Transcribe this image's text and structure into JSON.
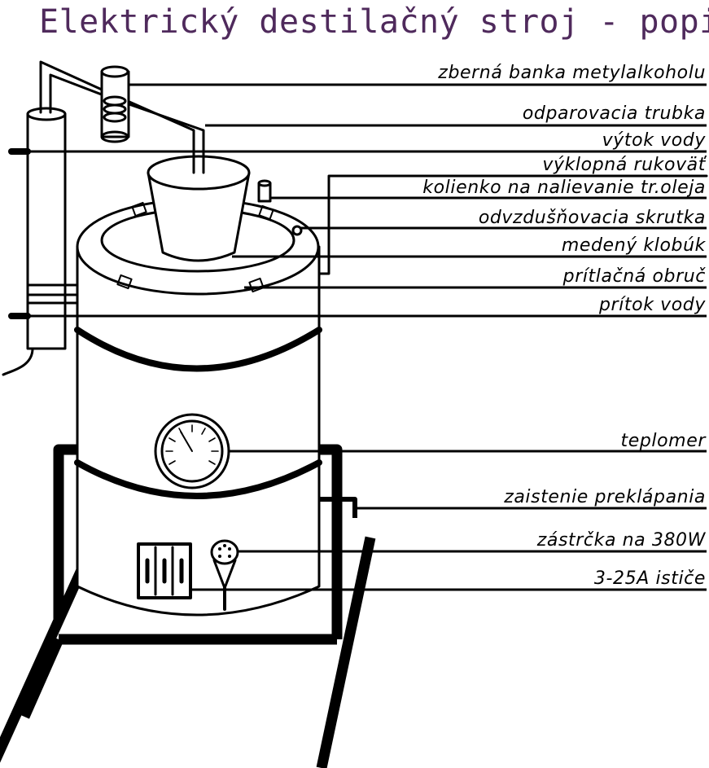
{
  "title": "Elektrický destilačný stroj - popis",
  "colors": {
    "title": "#4f2a5c",
    "ink": "#000000",
    "background": "#ffffff"
  },
  "labels": [
    {
      "id": "zberna-banka",
      "text": "zberná banka metylalkoholu"
    },
    {
      "id": "odparovacia-trubka",
      "text": "odparovacia trubka"
    },
    {
      "id": "vytok-vody",
      "text": "výtok vody"
    },
    {
      "id": "vyklopna-rukovat",
      "text": "výklopná rukoväť"
    },
    {
      "id": "kolienko",
      "text": "kolienko na nalievanie tr.oleja"
    },
    {
      "id": "odvzdusnovacia-skrutka",
      "text": "odvzdušňovacia skrutka"
    },
    {
      "id": "medeny-klobuk",
      "text": "medený klobúk"
    },
    {
      "id": "pritlacna-obruc",
      "text": "prítlačná obruč"
    },
    {
      "id": "pritok-vody",
      "text": "prítok vody"
    },
    {
      "id": "teplomer",
      "text": "teplomer"
    },
    {
      "id": "zaistenie-preklapania",
      "text": "zaistenie preklápania"
    },
    {
      "id": "zastrcka",
      "text": "zástrčka na 380W"
    },
    {
      "id": "isticie",
      "text": "3-25A ističe"
    }
  ]
}
